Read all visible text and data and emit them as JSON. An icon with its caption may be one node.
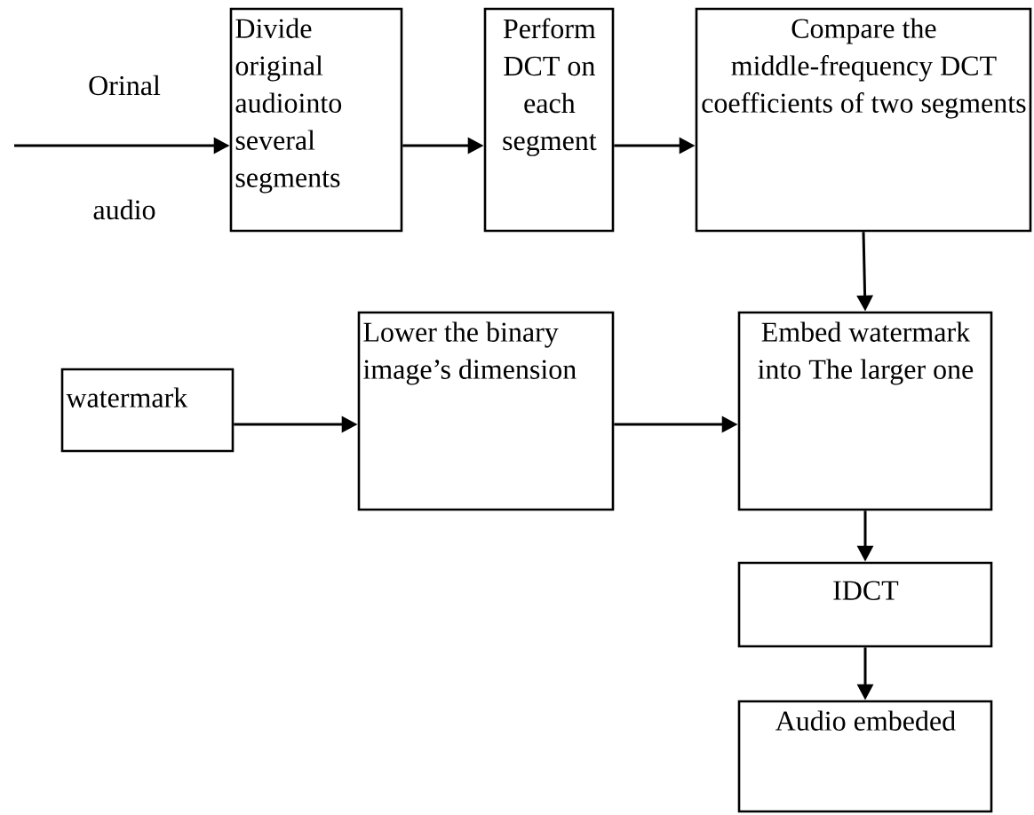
{
  "diagram": {
    "nodes": [
      {
        "text": [
          "Divide original audiointo several segments"
        ]
      },
      {
        "text": [
          "Perform DCT on each segment"
        ]
      },
      {
        "text": [
          "Compare the middle-frequency DCT coefficients of two segments"
        ]
      },
      {
        "text": [
          "watermark"
        ]
      },
      {
        "text": [
          "Lower the binary image’s dimension"
        ]
      },
      {
        "text": [
          "Embed watermark into The larger one"
        ]
      },
      {
        "text": [
          "IDCT"
        ]
      },
      {
        "text": [
          "Audio embeded"
        ]
      }
    ],
    "edges": [
      {
        "from": null,
        "to": 0,
        "arrow": "to"
      },
      {
        "from": 0,
        "to": 1,
        "arrow": "to"
      },
      {
        "from": 1,
        "to": 2,
        "arrow": "to"
      },
      {
        "from": 2,
        "to": 5,
        "arrow": "to"
      },
      {
        "from": 3,
        "to": 4,
        "arrow": "to"
      },
      {
        "from": 4,
        "to": 5,
        "arrow": "to"
      },
      {
        "from": 5,
        "to": 6,
        "arrow": "to"
      },
      {
        "from": 6,
        "to": 7,
        "arrow": "to"
      }
    ],
    "labels": [
      "Orinal",
      "audio"
    ]
  }
}
